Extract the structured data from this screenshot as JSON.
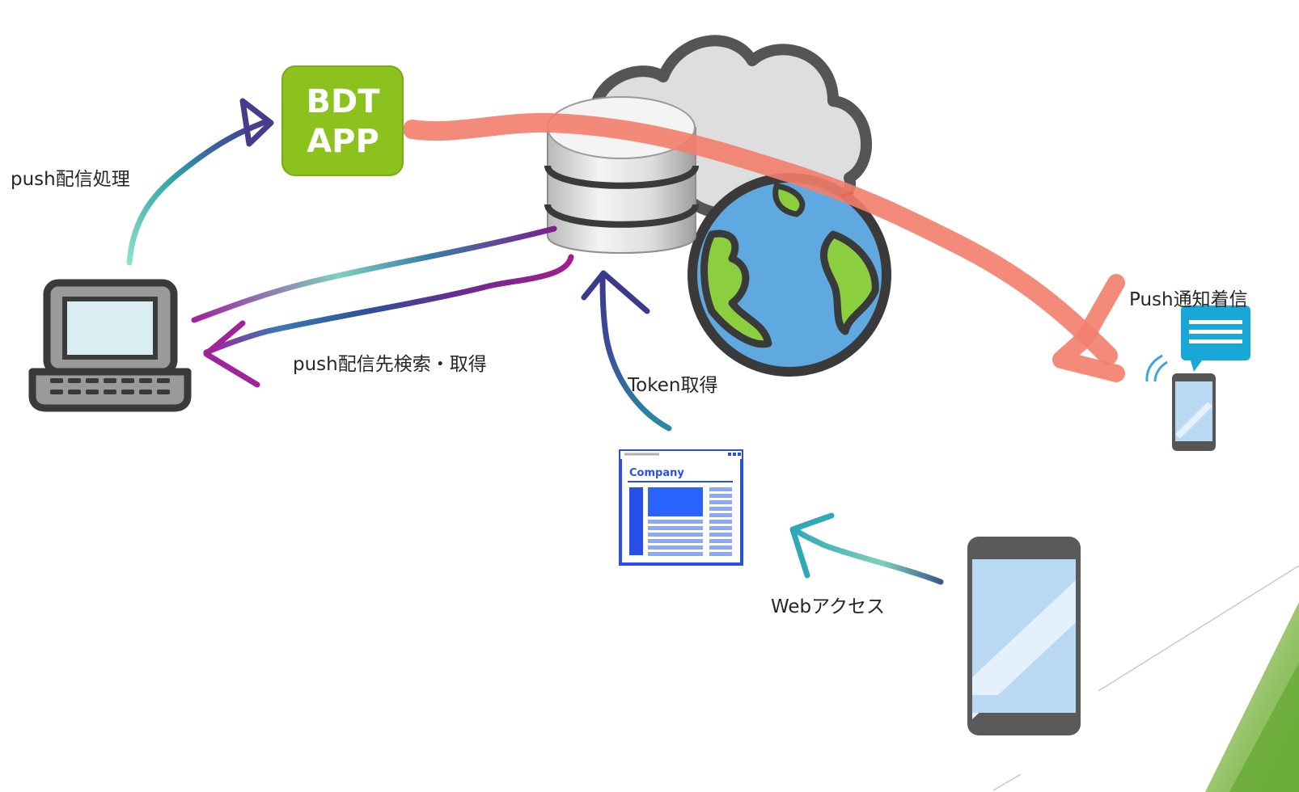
{
  "app_badge": {
    "line1": "BDT",
    "line2": "APP"
  },
  "labels": {
    "push_processing": "push配信処理",
    "push_search": "push配信先検索・取得",
    "token": "Token取得",
    "web_access": "Webアクセス",
    "push_receive": "Push通知着信"
  },
  "webpage_brand": "Company",
  "colors": {
    "app_green": "#8cc21e",
    "push_flow_red": "#f37e6c",
    "browser_blue": "#2a4fe8",
    "accent_green": "#7db640"
  },
  "icons": {
    "laptop": "laptop-icon",
    "database": "database-icon",
    "cloud": "cloud-icon",
    "globe": "globe-icon",
    "webpage": "webpage-icon",
    "phone": "smartphone-icon",
    "notification": "notification-phone-icon"
  }
}
